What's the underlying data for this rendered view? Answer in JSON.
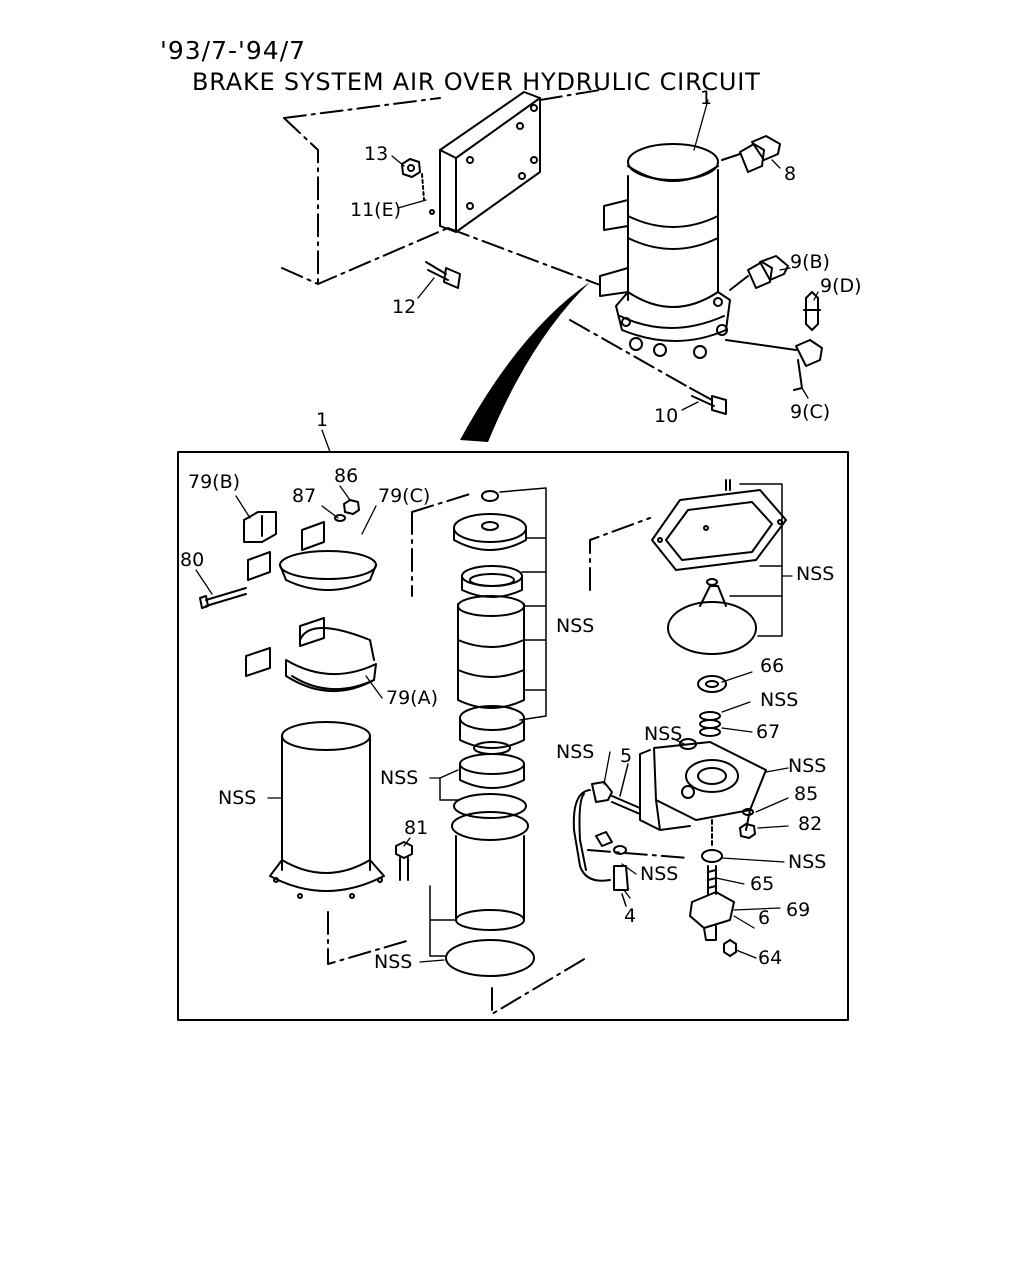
{
  "header": {
    "date_range": "'93/7-'94/7",
    "title": "BRAKE SYSTEM AIR OVER HYDRULIC CIRCUIT"
  },
  "callouts": {
    "c8": "8",
    "c13": "13",
    "c11e": "11(E)",
    "c12": "12",
    "c9b": "9(B)",
    "c9d": "9(D)",
    "c10": "10",
    "c9c": "9(C)",
    "c1_top": "1",
    "c1_box": "1",
    "c79b": "79(B)",
    "c86": "86",
    "c87": "87",
    "c79c": "79(C)",
    "c80": "80",
    "c79a": "79(A)",
    "nss_shell": "NSS",
    "c81": "81",
    "nss_stack": "NSS",
    "nss_mid": "NSS",
    "nss_bottom": "NSS",
    "nss_cover": "NSS",
    "c66": "66",
    "nss_66": "NSS",
    "nss_oring": "NSS",
    "c67": "67",
    "nss_left": "NSS",
    "c5": "5",
    "nss_body": "NSS",
    "c85": "85",
    "c82": "82",
    "nss_82": "NSS",
    "nss_4": "NSS",
    "c65": "65",
    "c4": "4",
    "c69": "69",
    "c6": "6",
    "c64": "64"
  }
}
